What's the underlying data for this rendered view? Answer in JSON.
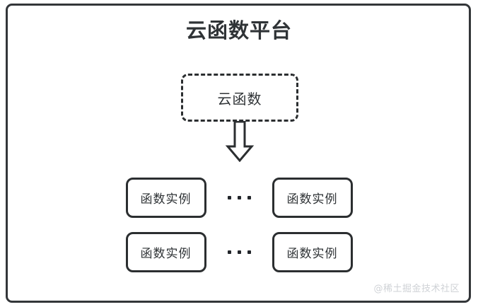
{
  "diagram": {
    "title": "云函数平台",
    "frame_color": "#333639",
    "text_color": "#2f3336",
    "background": "#ffffff",
    "function_node": {
      "label": "云函数",
      "border_style": "dashed",
      "border_color": "#2b2e30"
    },
    "arrow": {
      "name": "down-block-arrow",
      "direction": "down",
      "fill": "#ffffff",
      "stroke": "#2b2e30"
    },
    "rows": [
      {
        "left_instance": "函数实例",
        "ellipsis": "•••",
        "right_instance": "函数实例"
      },
      {
        "left_instance": "函数实例",
        "ellipsis": "•••",
        "right_instance": "函数实例"
      }
    ]
  },
  "watermark": {
    "text": "@稀土掘金技术社区",
    "color": "#cfd2d6"
  }
}
